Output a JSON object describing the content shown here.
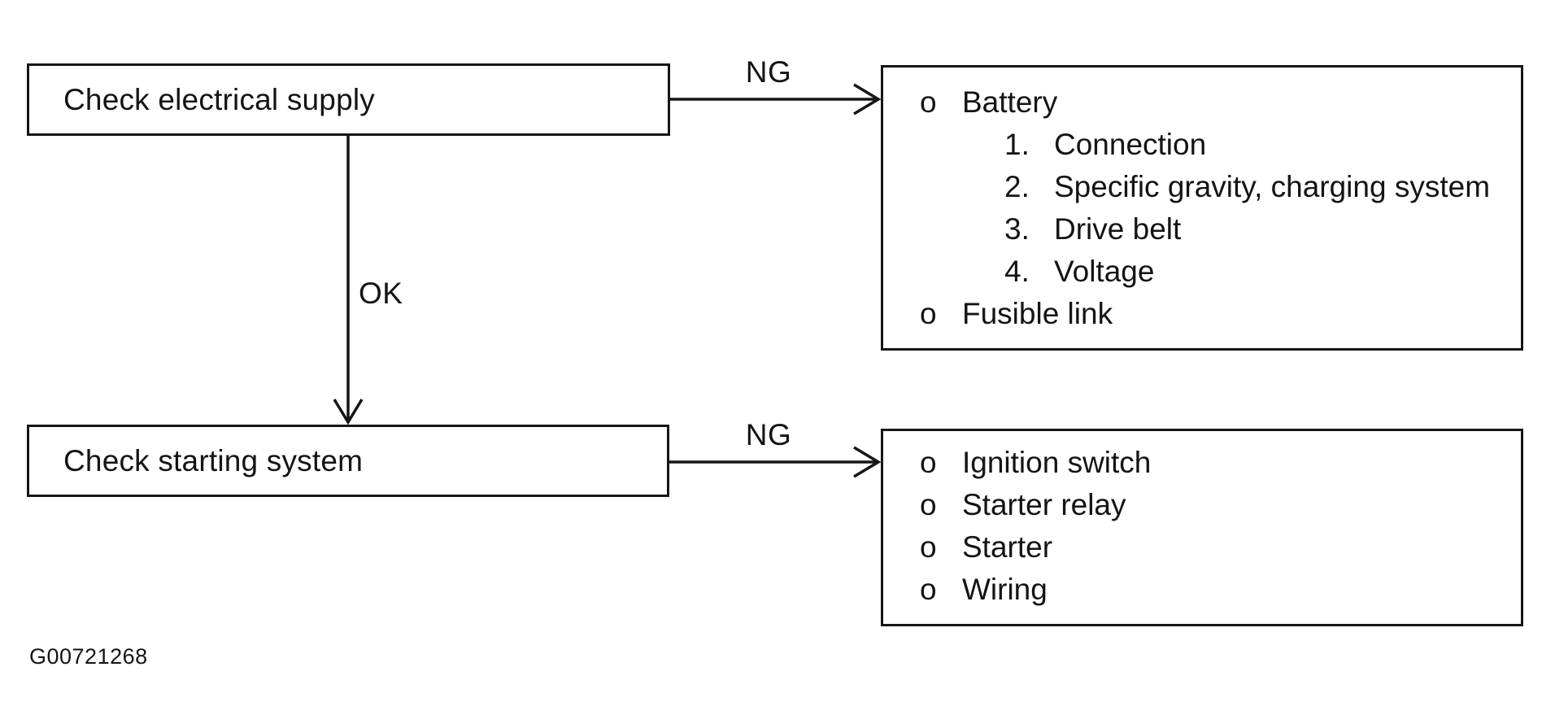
{
  "diagram": {
    "figure_id": "G00721268",
    "nodes": {
      "electrical": {
        "label": "Check electrical supply"
      },
      "starting": {
        "label": "Check starting system"
      }
    },
    "edges": {
      "ng1": {
        "label": "NG"
      },
      "ok": {
        "label": "OK"
      },
      "ng2": {
        "label": "NG"
      }
    },
    "results": {
      "electrical": {
        "items": [
          {
            "marker": "o",
            "text": "Battery"
          },
          {
            "marker": "1.",
            "text": "Connection"
          },
          {
            "marker": "2.",
            "text": "Specific gravity, charging system"
          },
          {
            "marker": "3.",
            "text": "Drive belt"
          },
          {
            "marker": "4.",
            "text": "Voltage"
          },
          {
            "marker": "o",
            "text": "Fusible link"
          }
        ]
      },
      "starting": {
        "items": [
          {
            "marker": "o",
            "text": "Ignition switch"
          },
          {
            "marker": "o",
            "text": "Starter relay"
          },
          {
            "marker": "o",
            "text": "Starter"
          },
          {
            "marker": "o",
            "text": "Wiring"
          }
        ]
      }
    }
  }
}
